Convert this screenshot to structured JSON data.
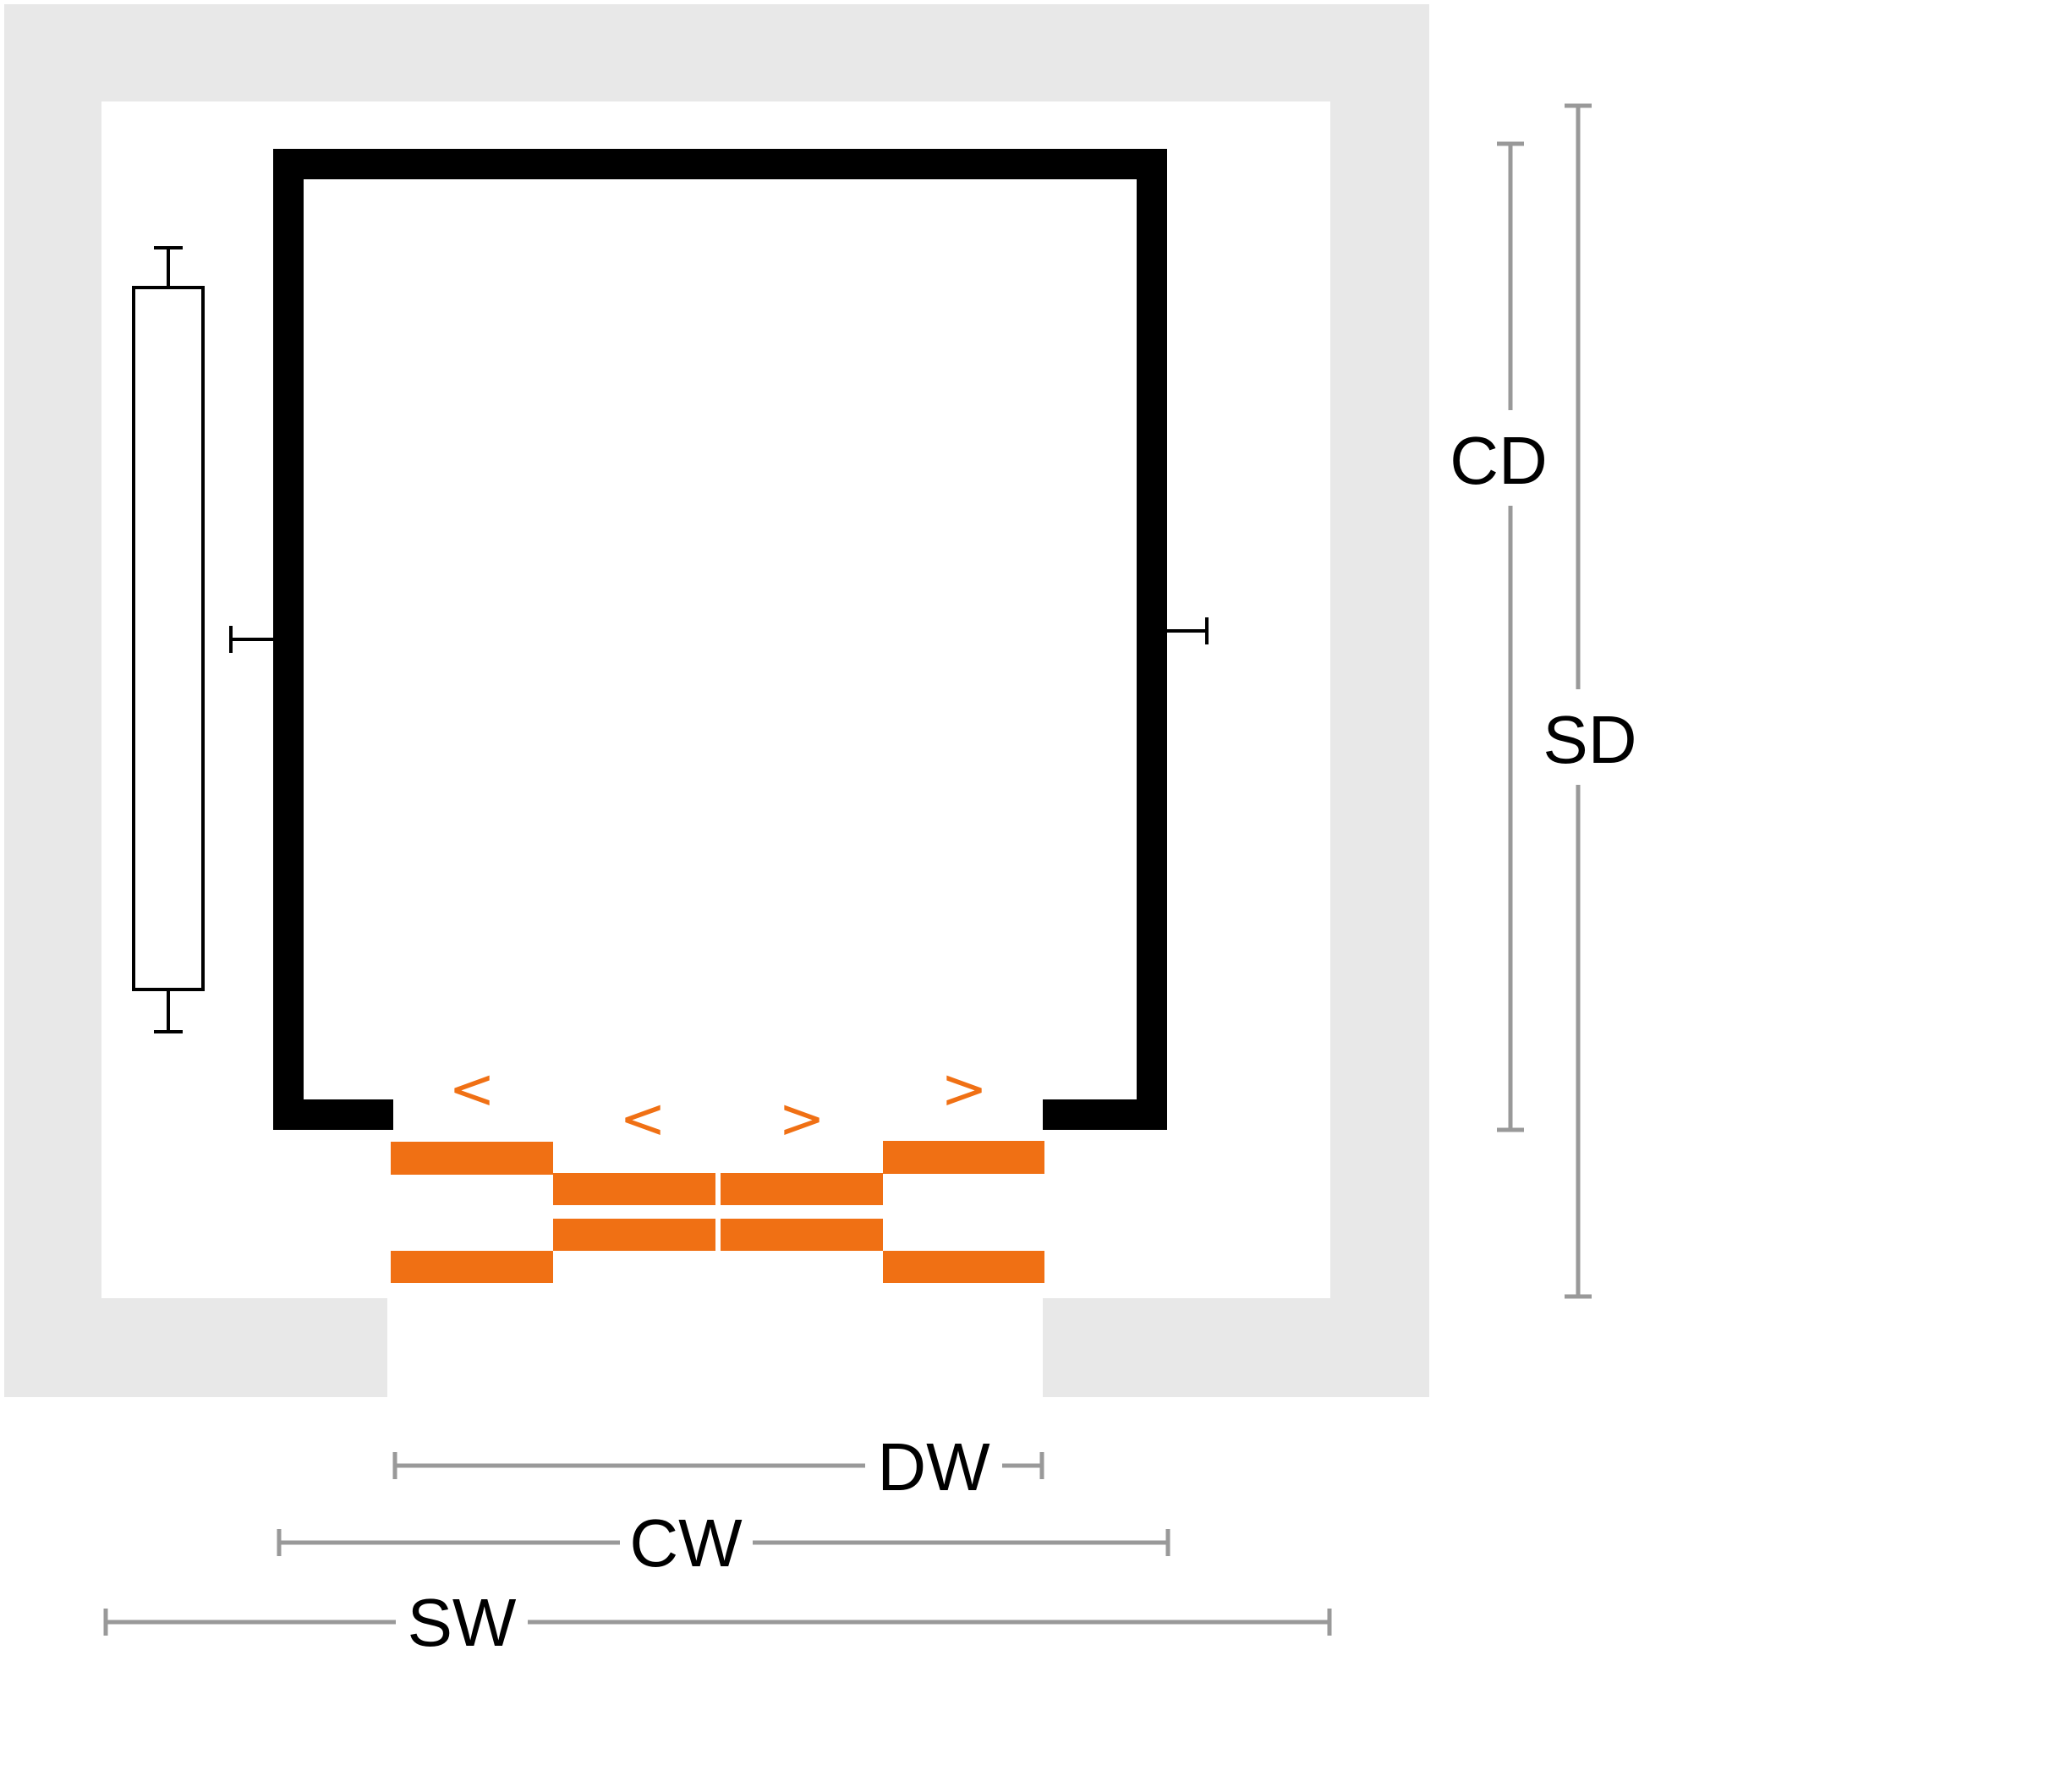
{
  "colors": {
    "shaft_wall": "#e8e8e8",
    "car_wall": "#000000",
    "door": "#f07014",
    "dimension_line": "#999999",
    "label": "#000000"
  },
  "dimensions": {
    "car_depth": "CD",
    "shaft_depth": "SD",
    "door_width": "DW",
    "car_width": "CW",
    "shaft_width": "SW"
  },
  "markers": {
    "guide_rail_symbol": "⊥"
  },
  "door_arrows": {
    "left_outer": "<",
    "left_inner": "<",
    "right_inner": ">",
    "right_outer": ">"
  },
  "icons": {
    "counterweight": "counterweight-icon",
    "guide_rail": "guide-rail-icon",
    "door_arrow": "door-arrow-icon"
  }
}
